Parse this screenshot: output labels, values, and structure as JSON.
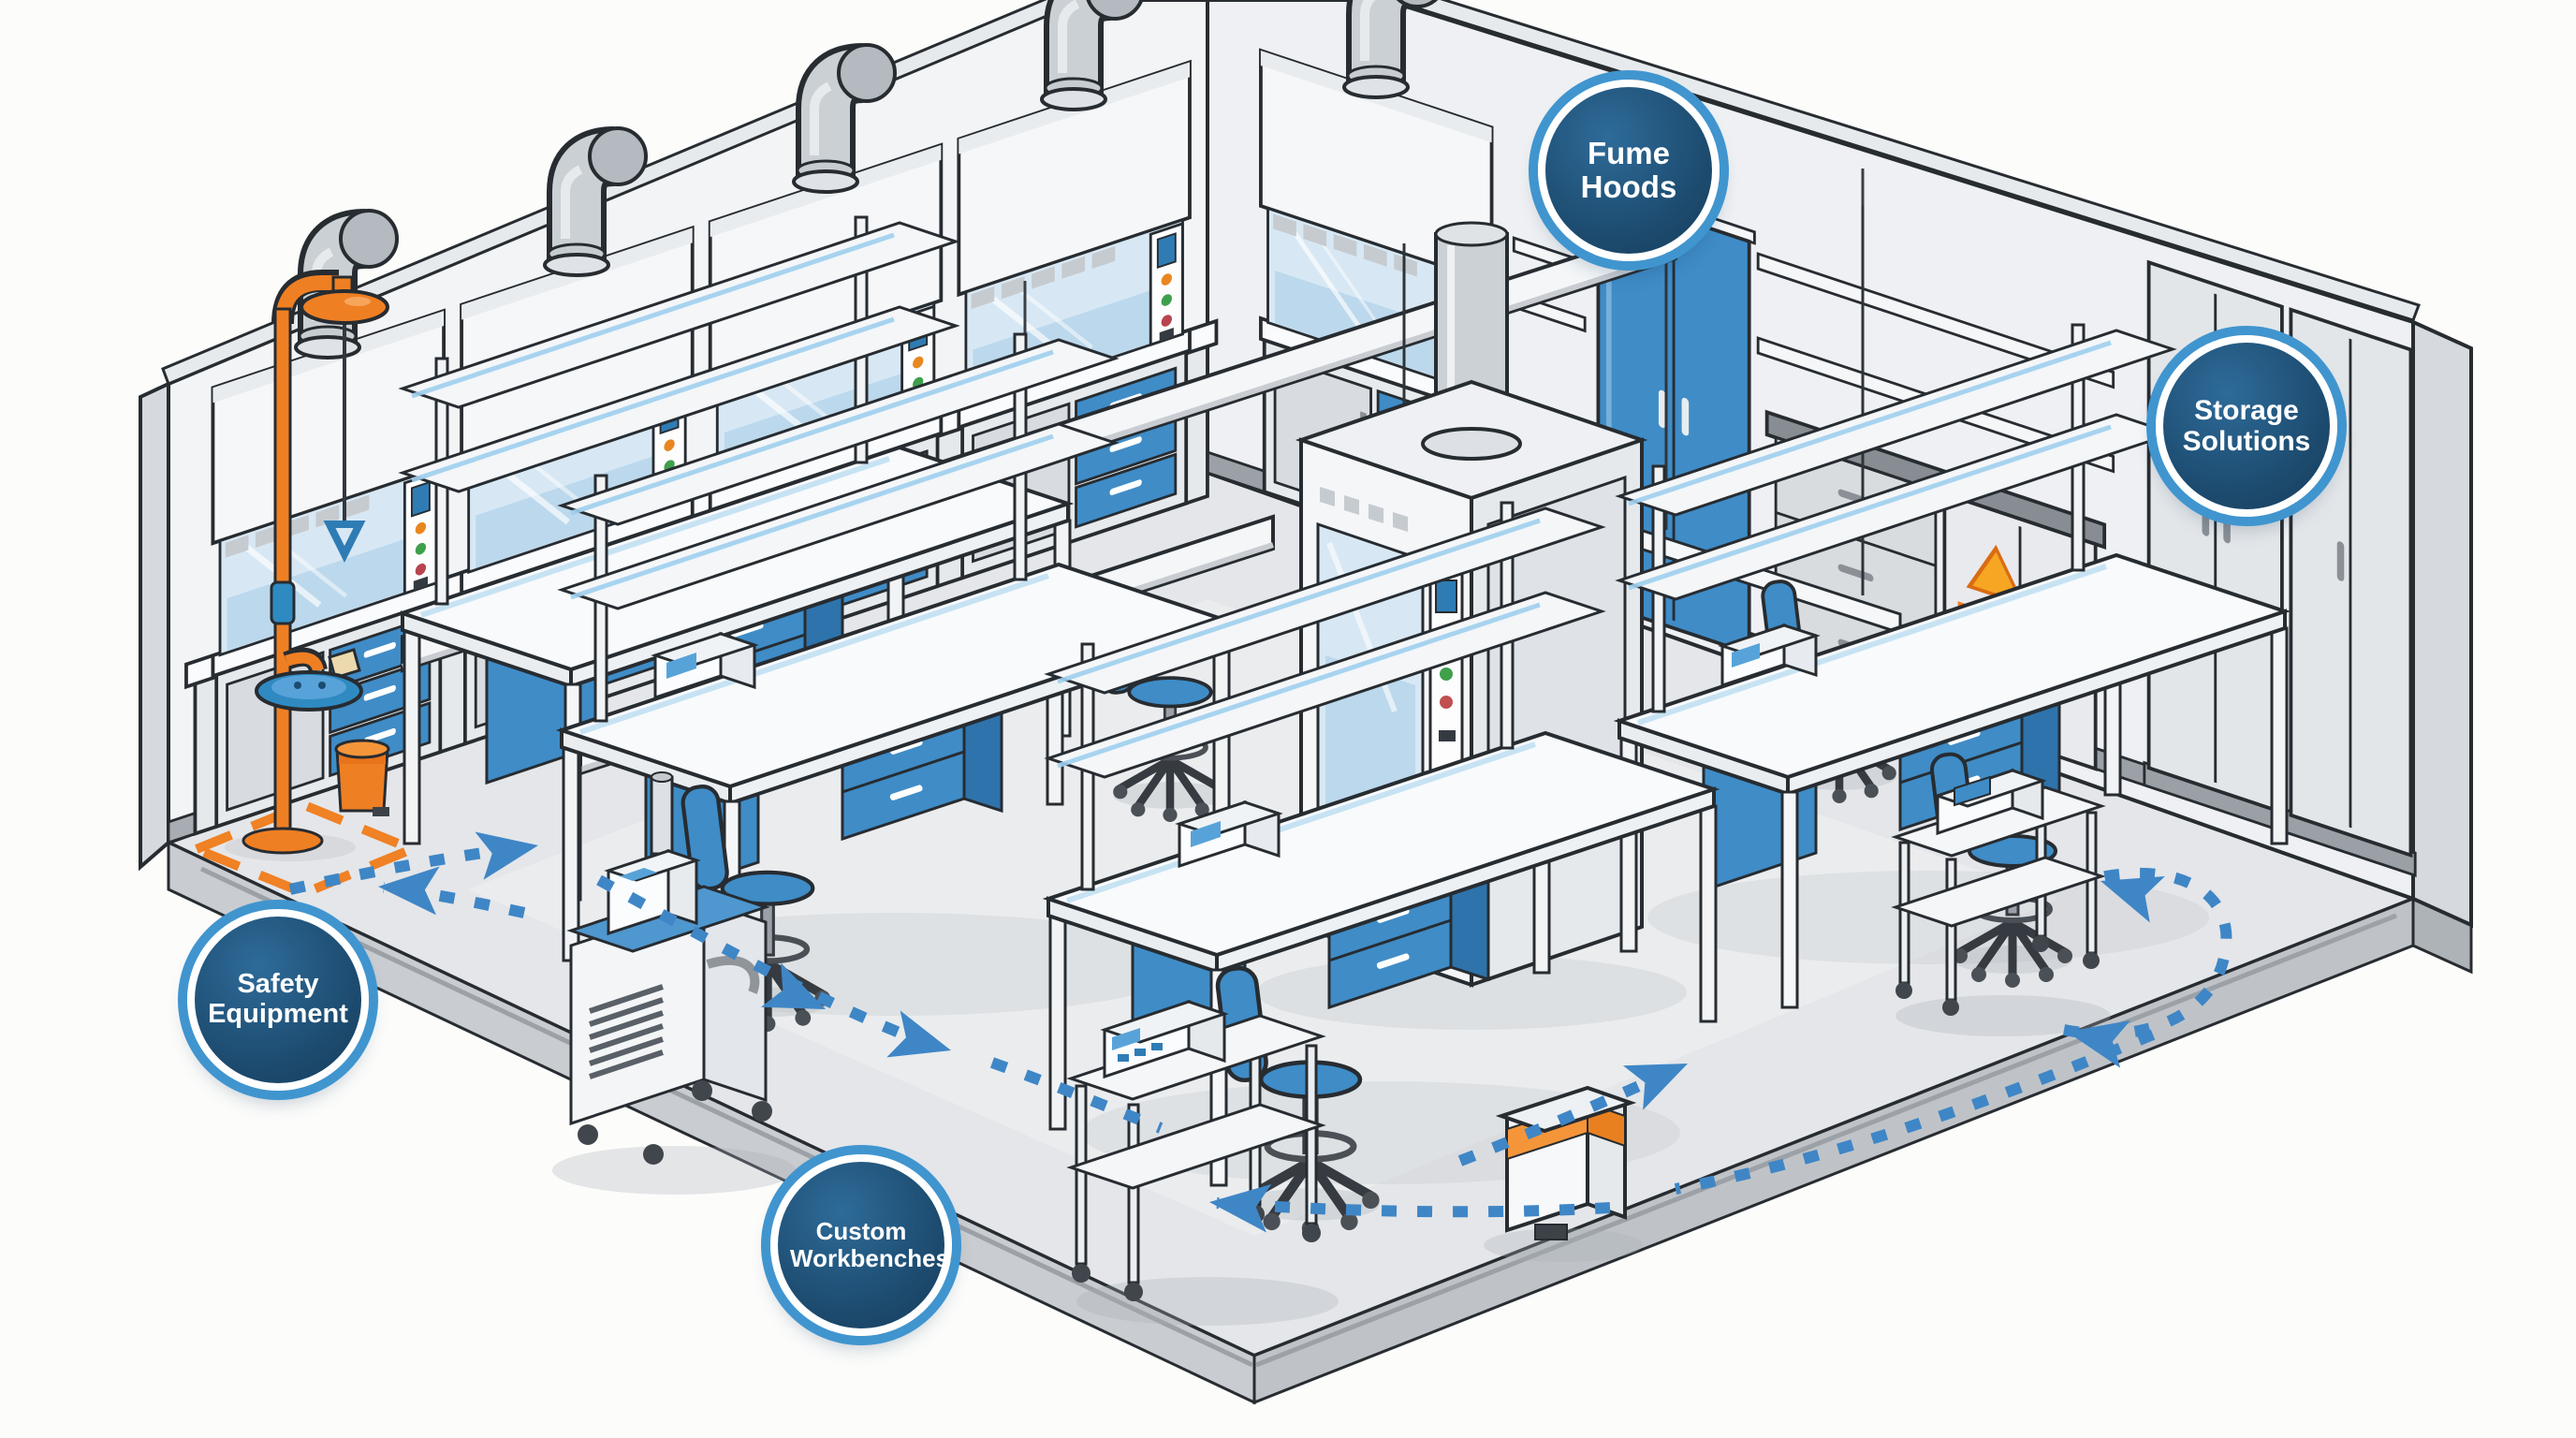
{
  "title": "Isometric laboratory layout illustration",
  "badges": [
    {
      "id": "fume-hoods",
      "label": "Fume Hoods"
    },
    {
      "id": "storage-solutions",
      "label": "Storage Solutions"
    },
    {
      "id": "safety-equipment",
      "label": "Safety Equipment"
    },
    {
      "id": "custom-workbenches",
      "label": "Custom Workbenches"
    }
  ],
  "colors": {
    "badge_fill": "#1d4c70",
    "badge_outer_ring": "#4095cf",
    "badge_inner_ring": "#ffffff",
    "badge_text": "#ffffff",
    "accent_blue": "#3f8cc7",
    "accent_blue_dark": "#2e73ac",
    "glass_blue": "#d7e8f4",
    "safety_orange": "#ef7f23",
    "hazard_yellow": "#f6a623",
    "outline": "#272c31",
    "wall": "#f3f4f6",
    "floor": "#e4e6e9",
    "curb": "#c9ccd0",
    "counter_dark": "#878d93",
    "workflow_blue": "#3f86c6"
  },
  "scene": {
    "setting": "Isometric cutaway of a laboratory room",
    "areas": [
      {
        "name": "fume-hood-row",
        "description": "Four ducted fume hoods along the back-left wall with base cabinets and blue drawers"
      },
      {
        "name": "back-right-wall-storage",
        "description": "Fume hood, wall shelving, blue chemical cabinet, drawer counter, hazardous-materials cabinet with orange warning triangles, tall storage lockers"
      },
      {
        "name": "walk-in-fume-hood",
        "description": "Central enclosure with cylindrical exhaust duct and glass sash"
      },
      {
        "name": "workbench-islands",
        "description": "Three workbench islands with overhead reagent shelves, blue drawer units and blue lab stools"
      },
      {
        "name": "mobile-equipment",
        "description": "Wheeled equipment carts carrying benchtop analyzers"
      },
      {
        "name": "safety-corner",
        "description": "Emergency shower and eyewash station, orange pedal bin, orange dashed floor safety zone"
      },
      {
        "name": "waste-station",
        "description": "White pedal waste bin with orange band"
      },
      {
        "name": "workflow-path",
        "description": "Blue dotted arrows marking the circulation route on the floor"
      },
      {
        "name": "overhead-services",
        "description": "Service beams and suspended light rails"
      }
    ]
  }
}
